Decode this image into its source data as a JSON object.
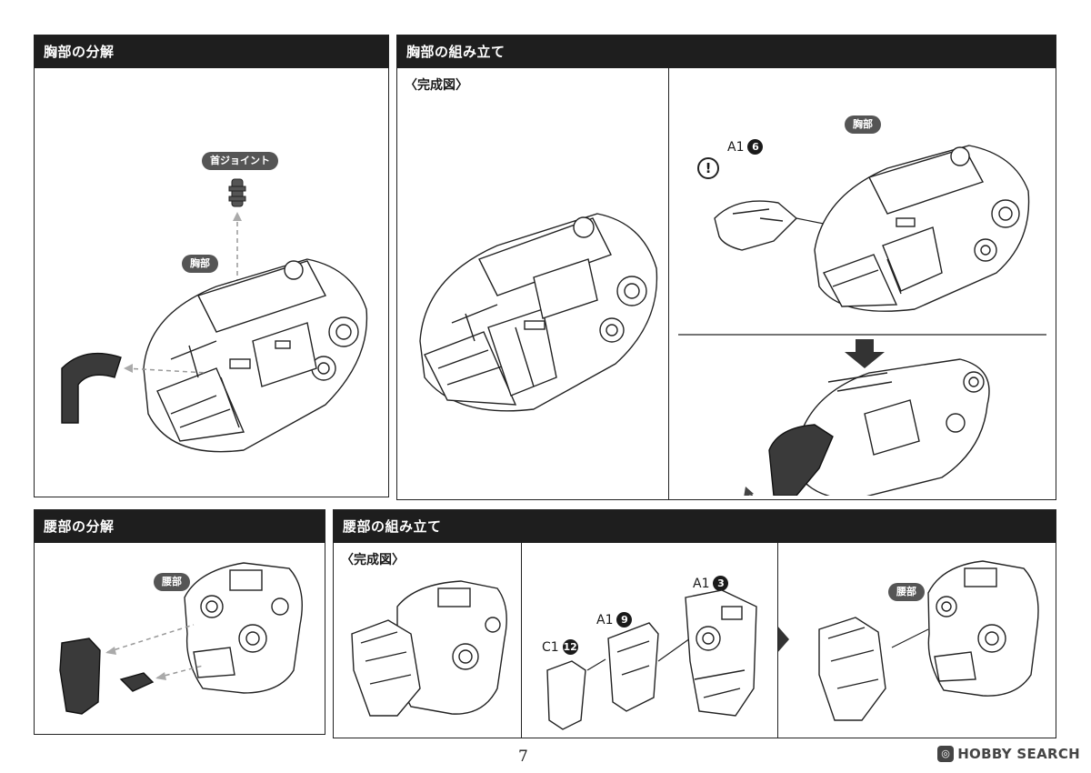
{
  "panels": {
    "chest_disassembly": {
      "title": "胸部の分解",
      "labels": {
        "neck_joint": "首ジョイント",
        "chest": "胸部"
      }
    },
    "chest_assembly": {
      "title": "胸部の組み立て",
      "completed": "〈完成図〉",
      "labels": {
        "chest": "胸部",
        "warning": "!"
      },
      "parts": [
        {
          "runner": "A1",
          "number": "6"
        }
      ]
    },
    "waist_disassembly": {
      "title": "腰部の分解",
      "labels": {
        "waist": "腰部"
      }
    },
    "waist_assembly": {
      "title": "腰部の組み立て",
      "completed": "〈完成図〉",
      "labels": {
        "waist": "腰部"
      },
      "parts": [
        {
          "runner": "A1",
          "number": "3"
        },
        {
          "runner": "A1",
          "number": "9"
        },
        {
          "runner": "C1",
          "number": "12"
        }
      ]
    }
  },
  "page_number": "7",
  "watermark": {
    "icon": "hobby-search-logo-icon",
    "text": "HOBBY SEARCH"
  },
  "colors": {
    "header": "#1e1e1e",
    "pill": "#555555",
    "part_dark": "#3a3a3a"
  }
}
